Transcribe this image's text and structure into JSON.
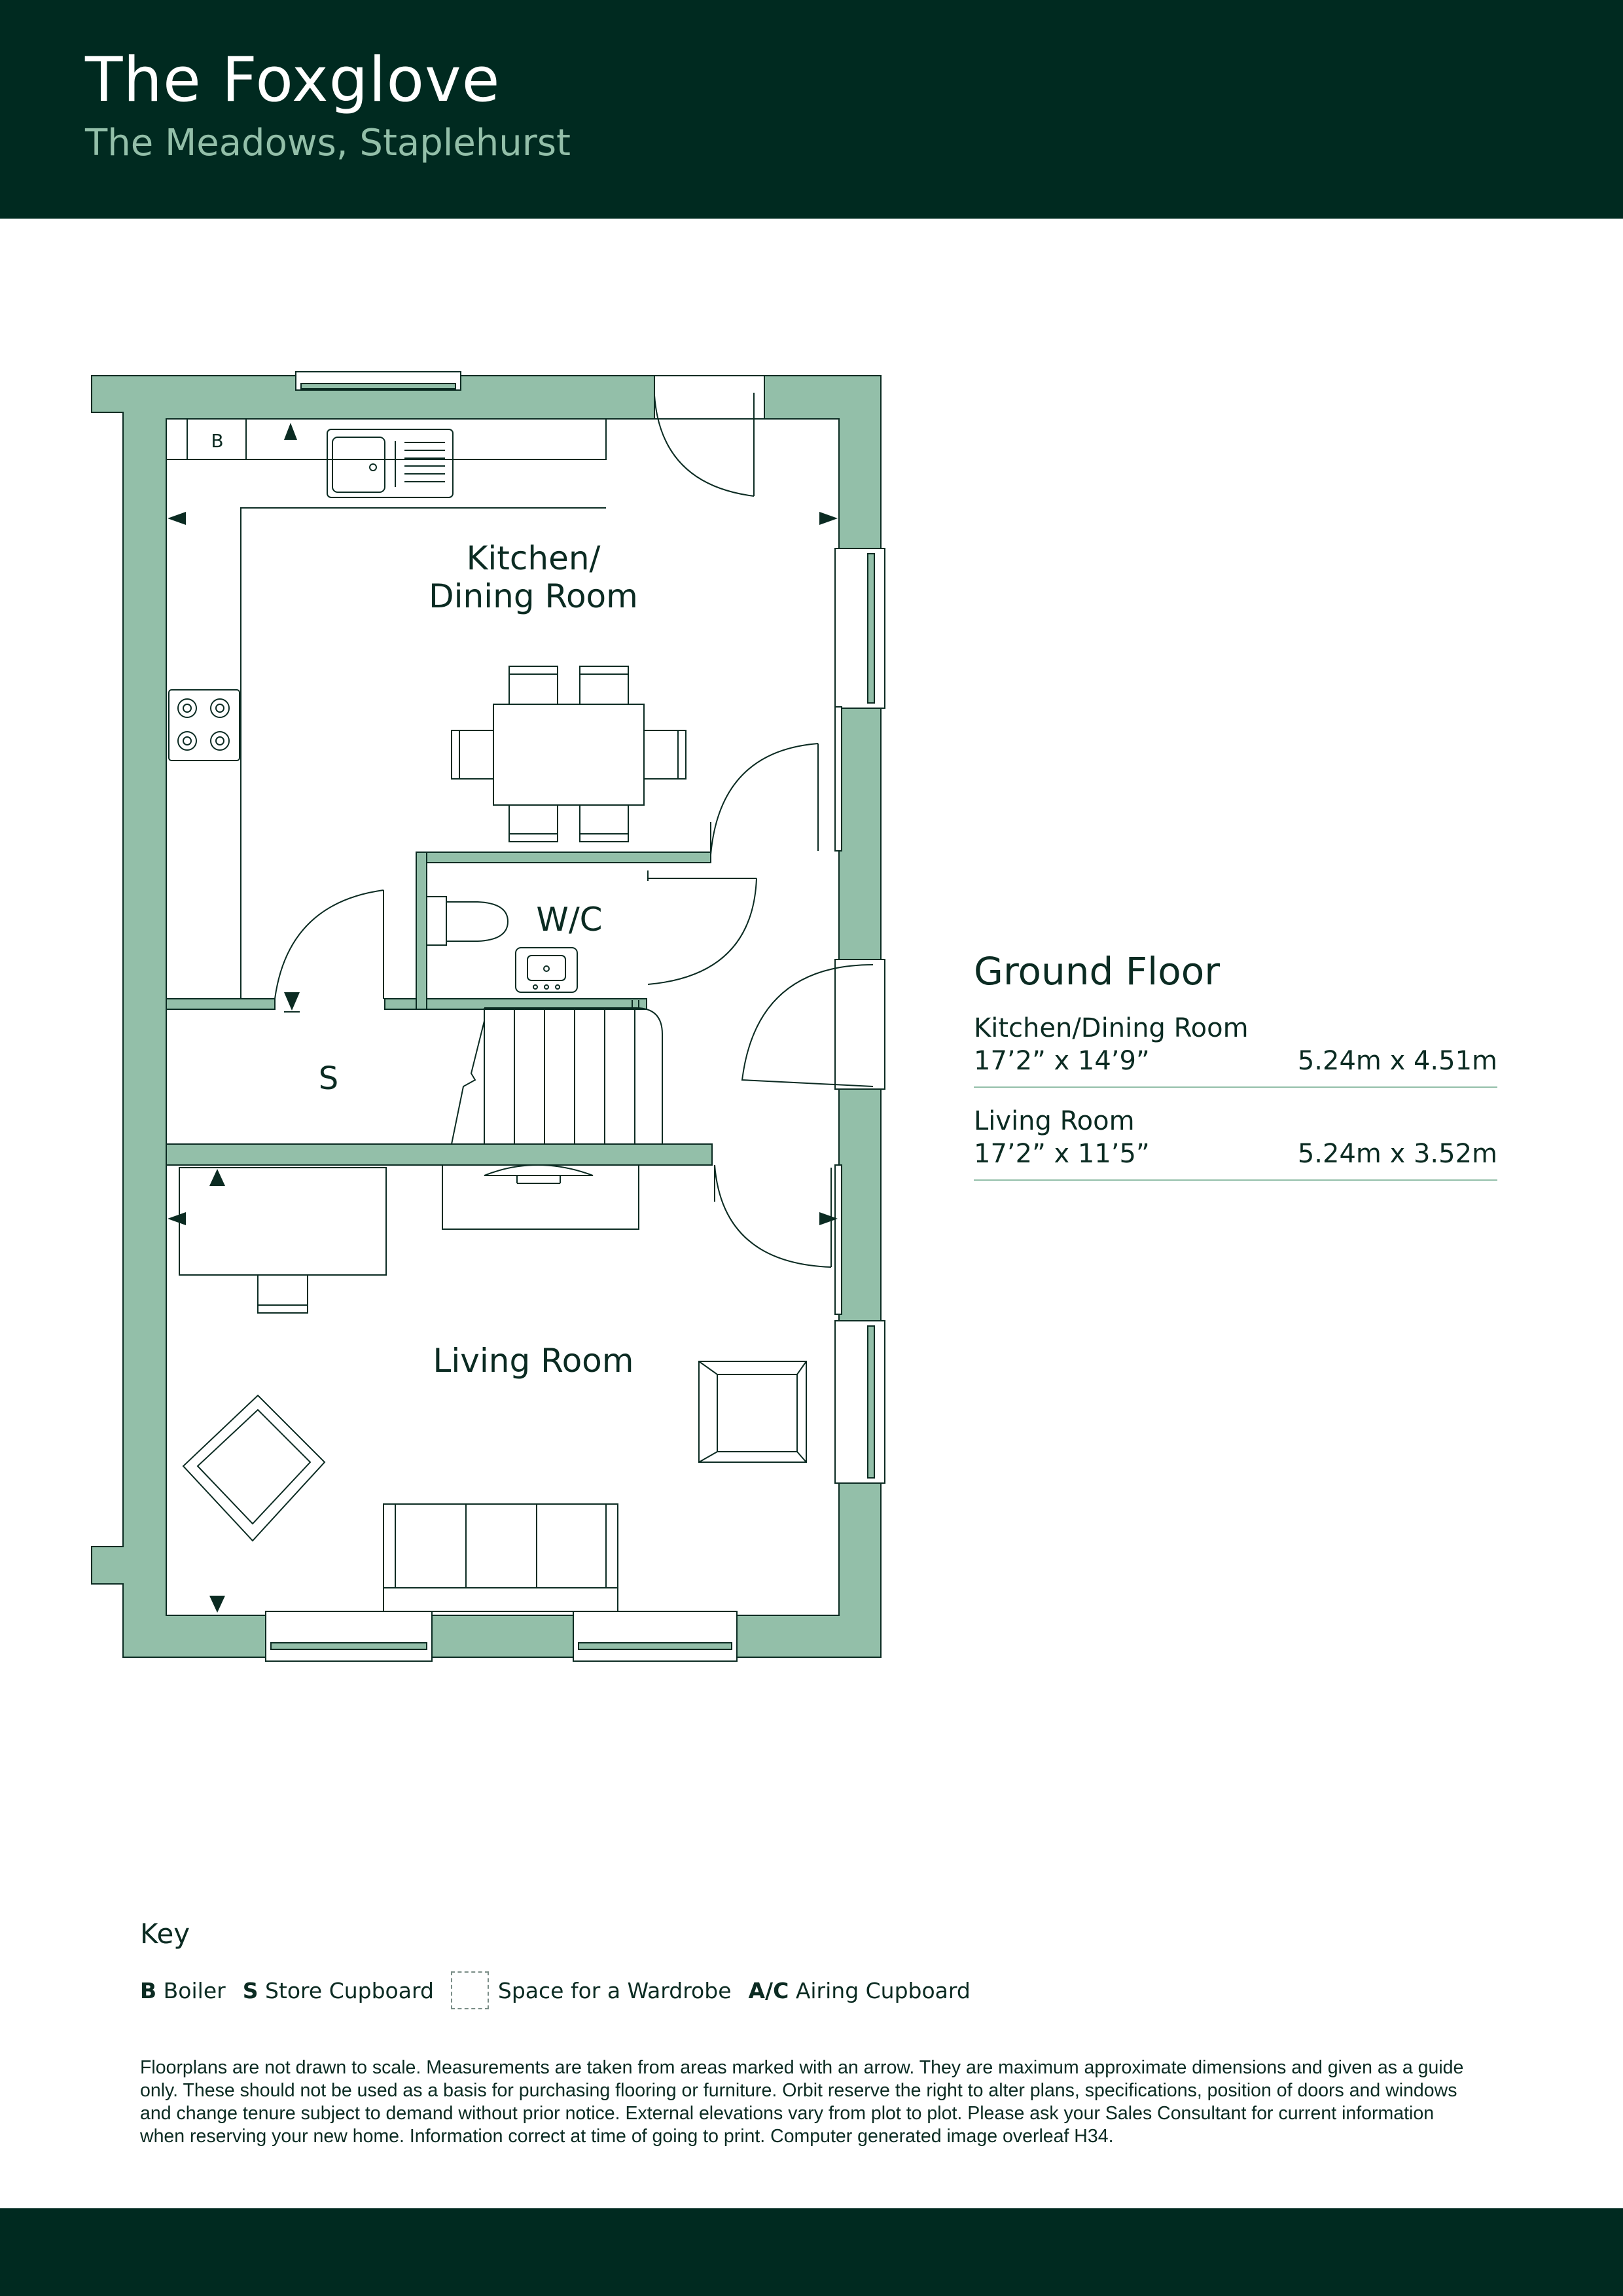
{
  "header": {
    "title": "The Foxglove",
    "subtitle": "The Meadows, Staplehurst"
  },
  "plan": {
    "rooms": {
      "kitchen_line1": "Kitchen/",
      "kitchen_line2": "Dining Room",
      "wc": "W/C",
      "store": "S",
      "living": "Living Room",
      "boiler": "B"
    }
  },
  "specs": {
    "title": "Ground Floor",
    "rooms": [
      {
        "name": "Kitchen/Dining Room",
        "imperial": "17’2” x 14’9”",
        "metric": "5.24m x 4.51m"
      },
      {
        "name": "Living Room",
        "imperial": "17’2” x 11’5”",
        "metric": "5.24m x 3.52m"
      }
    ]
  },
  "key": {
    "title": "Key",
    "items": [
      {
        "code": "B",
        "label": "Boiler"
      },
      {
        "code": "S",
        "label": "Store Cupboard"
      },
      {
        "code": "",
        "label": "Space for a Wardrobe"
      },
      {
        "code": "A/C",
        "label": "Airing Cupboard"
      }
    ]
  },
  "disclaimer": "Floorplans are not drawn to scale. Measurements are taken from areas marked with an arrow. They are maximum approximate dimensions and given as a guide only. These should not be used as a basis for purchasing flooring or furniture. Orbit reserve the right to alter plans, specifications, position of doors and windows and change tenure subject to demand without prior notice. External elevations vary from plot to plot. Please ask your Sales Consultant for current information when reserving your new home. Information correct at time of going to print. Computer generated image overleaf H34.",
  "colors": {
    "header_bg": "#002a20",
    "subtitle": "#93bfa9",
    "wall": "#93bfa9",
    "line": "#0b2b22"
  }
}
